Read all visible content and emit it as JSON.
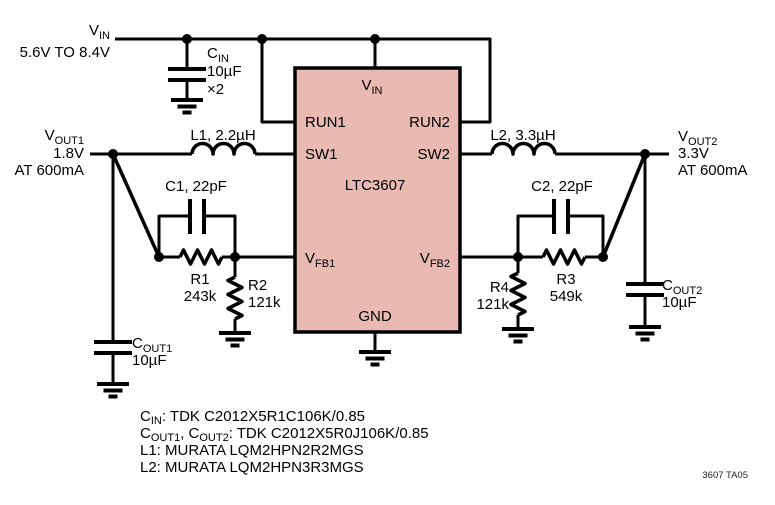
{
  "colors": {
    "ic_fill": "#e9bab2",
    "wire": "#000000",
    "background": "#ffffff"
  },
  "ic": {
    "part_number": "LTC3607",
    "pins": {
      "vin": {
        "pre": "V",
        "sub": "IN"
      },
      "run1": "RUN1",
      "run2": "RUN2",
      "sw1": "SW1",
      "sw2": "SW2",
      "vfb1": {
        "pre": "V",
        "sub": "FB1"
      },
      "vfb2": {
        "pre": "V",
        "sub": "FB2"
      },
      "gnd": "GND"
    }
  },
  "power": {
    "input": {
      "label": {
        "pre": "V",
        "sub": "IN"
      },
      "range": "5.6V TO 8.4V"
    },
    "output1": {
      "label": {
        "pre": "V",
        "sub": "OUT1"
      },
      "voltage": "1.8V",
      "current": "AT 600mA"
    },
    "output2": {
      "label": {
        "pre": "V",
        "sub": "OUT2"
      },
      "voltage": "3.3V",
      "current": "AT 600mA"
    }
  },
  "components": {
    "cin": {
      "name": {
        "pre": "C",
        "sub": "IN"
      },
      "value": "10µF",
      "multiplier": "×2"
    },
    "l1": {
      "label": "L1, 2.2µH"
    },
    "l2": {
      "label": "L2, 3.3µH"
    },
    "c1": {
      "label": "C1, 22pF"
    },
    "c2": {
      "label": "C2, 22pF"
    },
    "r1": {
      "name": "R1",
      "value": "243k"
    },
    "r2": {
      "name": "R2",
      "value": "121k"
    },
    "r3": {
      "name": "R3",
      "value": "549k"
    },
    "r4": {
      "name": "R4",
      "value": "121k"
    },
    "cout1": {
      "name": {
        "pre": "C",
        "sub": "OUT1"
      },
      "value": "10µF"
    },
    "cout2": {
      "name": {
        "pre": "C",
        "sub": "OUT2"
      },
      "value": "10µF"
    }
  },
  "notes": {
    "line1": {
      "p1": "C",
      "s1": "IN",
      "p2": ": TDK C2012X5R1C106K/0.85"
    },
    "line2": {
      "p1": "C",
      "s1": "OUT1",
      "p2": ", C",
      "s2": "OUT2",
      "p3": ": TDK C2012X5R0J106K/0.85"
    },
    "line3": "L1: MURATA LQM2HPN2R2MGS",
    "line4": "L2: MURATA LQM2HPN3R3MGS"
  },
  "footer": {
    "figure_id": "3607 TA05"
  }
}
